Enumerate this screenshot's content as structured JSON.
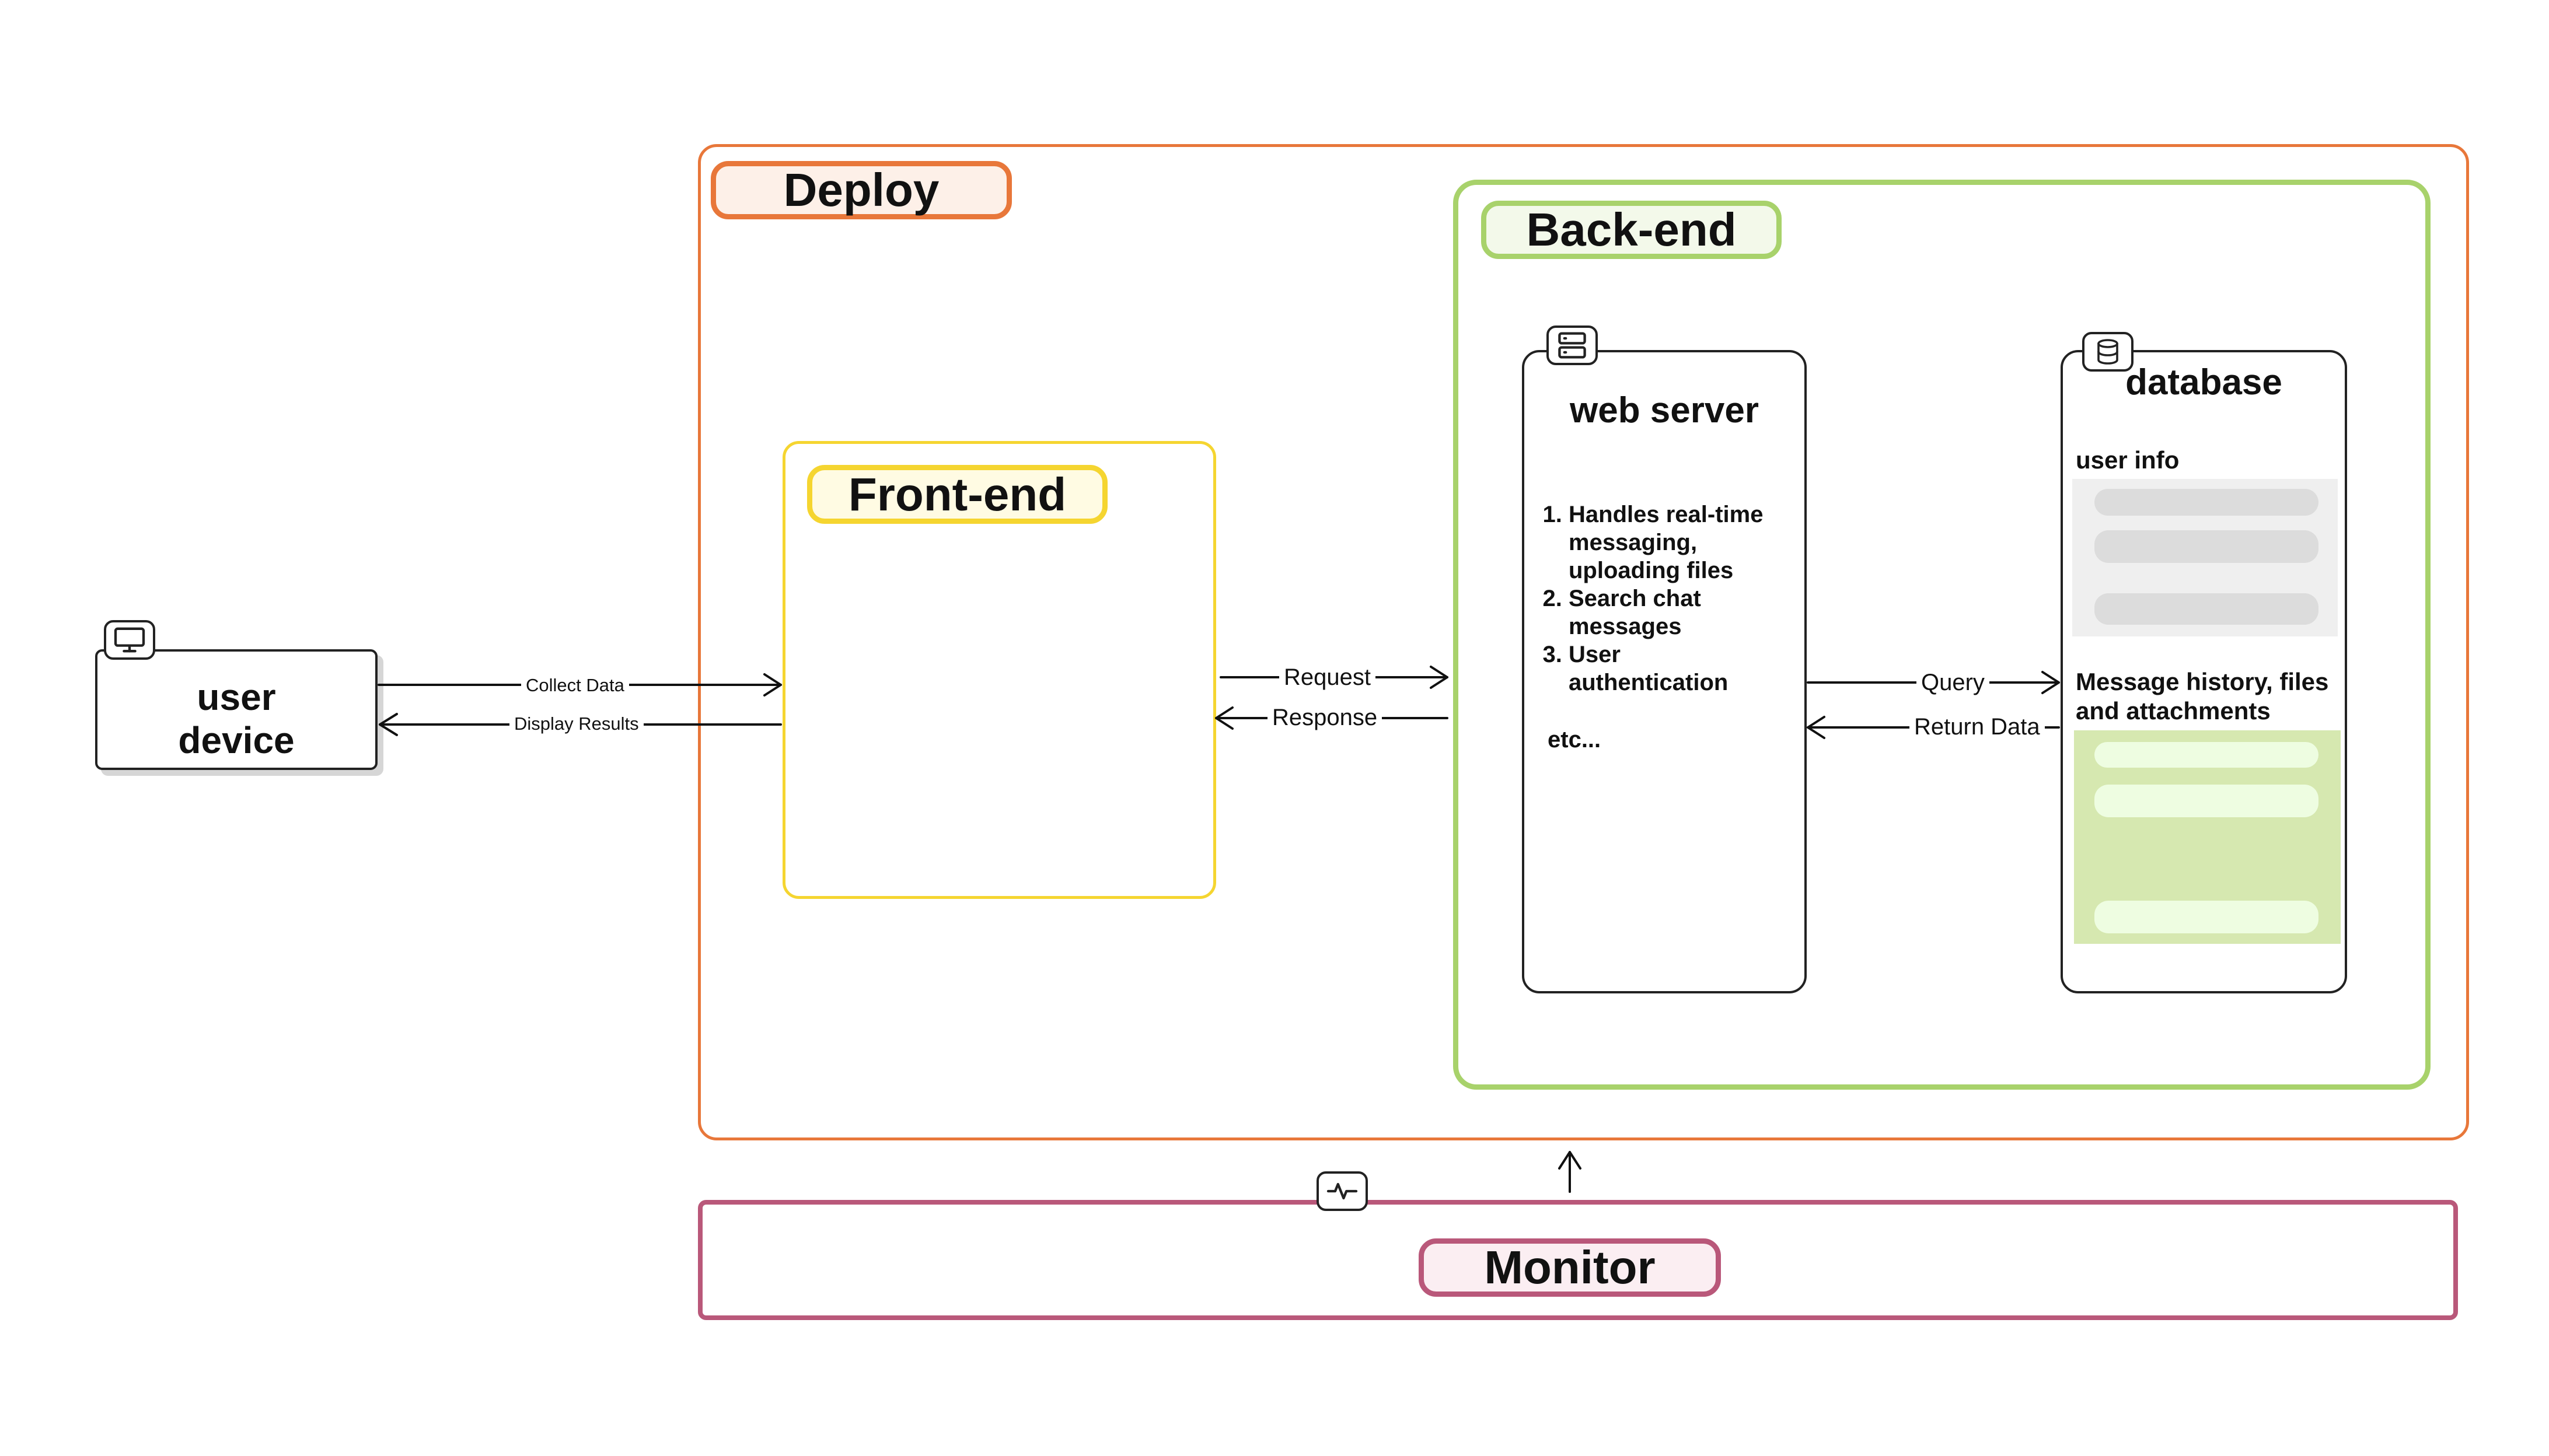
{
  "groups": {
    "deploy": "Deploy",
    "backend": "Back-end",
    "frontend": "Front-end",
    "monitor": "Monitor"
  },
  "nodes": {
    "user_device": {
      "line1": "user",
      "line2": "device",
      "icon": "monitor-icon"
    },
    "web_server": {
      "title": "web server",
      "icon": "server-icon",
      "items": [
        "Handles real-time messaging, uploading files",
        "Search chat messages",
        "User authentication"
      ],
      "footer": "etc..."
    },
    "database": {
      "title": "database",
      "icon": "database-icon",
      "section_user": "user info",
      "section_messages": "Message history, files and attachments"
    },
    "monitor_icon": "activity-icon"
  },
  "edges": {
    "collect_data": "Collect Data",
    "display_results": "Display Results",
    "request": "Request",
    "response": "Response",
    "query": "Query",
    "return_data": "Return Data"
  },
  "colors": {
    "deploy": "#e8773a",
    "backend": "#a8d26b",
    "frontend": "#f5d530",
    "monitor": "#b9587a"
  }
}
